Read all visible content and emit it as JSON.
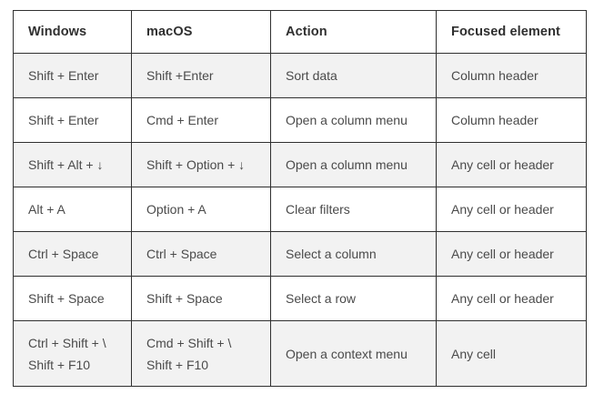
{
  "table": {
    "columns": [
      {
        "label": "Windows"
      },
      {
        "label": "macOS"
      },
      {
        "label": "Action"
      },
      {
        "label": "Focused element"
      }
    ],
    "rows": [
      {
        "shaded": true,
        "tall": false,
        "windows": "Shift + Enter",
        "macos": "Shift +Enter",
        "action": "Sort data",
        "focused": "Column header"
      },
      {
        "shaded": false,
        "tall": false,
        "windows": "Shift + Enter",
        "macos": "Cmd + Enter",
        "action": "Open a column menu",
        "focused": "Column header"
      },
      {
        "shaded": true,
        "tall": false,
        "windows": "Shift + Alt + ↓",
        "macos": "Shift + Option + ↓",
        "action": "Open a column menu",
        "focused": "Any cell or header"
      },
      {
        "shaded": false,
        "tall": false,
        "windows": "Alt + A",
        "macos": "Option + A",
        "action": "Clear filters",
        "focused": "Any cell or header"
      },
      {
        "shaded": true,
        "tall": false,
        "windows": "Ctrl + Space",
        "macos": "Ctrl + Space",
        "action": "Select a column",
        "focused": "Any cell or header"
      },
      {
        "shaded": false,
        "tall": false,
        "windows": "Shift + Space",
        "macos": "Shift + Space",
        "action": "Select a row",
        "focused": "Any cell or header"
      },
      {
        "shaded": true,
        "tall": true,
        "windows_line1": "Ctrl + Shift + \\",
        "windows_line2": "Shift + F10",
        "macos_line1": "Cmd + Shift + \\",
        "macos_line2": "Shift + F10",
        "action": "Open a context menu",
        "focused": "Any cell"
      }
    ]
  },
  "colors": {
    "border": "#303030",
    "shaded_row_bg": "#f2f2f2",
    "header_text": "#2f2f2f",
    "body_text": "#4a4a4a"
  }
}
